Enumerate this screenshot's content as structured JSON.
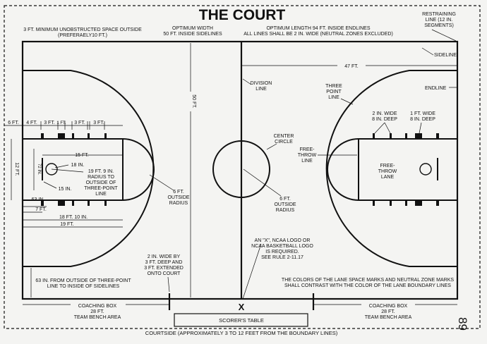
{
  "title": "THE COURT",
  "page_number": "89",
  "notes": {
    "outside_l1": "3 FT. MINIMUM UNOBSTRUCTED SPACE OUTSIDE",
    "outside_l2": "(PREFERAELY10 FT.)",
    "width_l1": "OPTIMUM WIDTH",
    "width_l2": "50 FT. INSIDE SIDELINES",
    "length_l1": "OPTIMUM LENGTH 94 FT. INSIDE ENDLINES",
    "length_l2": "ALL LINES SHALL BE 2 IN. WIDE (NEUTRAL ZONES EXCLUDED)",
    "restraining_l1": "RESTRAINING",
    "restraining_l2": "LINE (12 IN.",
    "restraining_l3": "SEGMENTS)"
  },
  "labels": {
    "sideline": "SIDELINE",
    "endline": "ENDLINE",
    "dim_47": "47 FT.",
    "dim_50": "50 FT.",
    "division_l1": "DIVISION",
    "division_l2": "LINE",
    "three_point_l1": "THREE",
    "three_point_l2": "POINT",
    "three_point_l3": "LINE",
    "center_circle_l1": "CENTER",
    "center_circle_l2": "CIRCLE",
    "ft_line_l1": "FREE-",
    "ft_line_l2": "THROW",
    "ft_line_l3": "LINE",
    "ft_lane_l1": "FREE-",
    "ft_lane_l2": "THROW",
    "ft_lane_l3": "LANE",
    "wide_deep_l1": "2 IN. WIDE",
    "wide_deep_l2": "8 IN. DEEP",
    "wide_deep2_l1": "1 FT. WIDE",
    "wide_deep2_l2": "8 IN. DEEP",
    "outside_radius_l1": "6 FT.",
    "outside_radius_l2": "OUTSIDE",
    "outside_radius_l3": "RADIUS",
    "center_radius_l1": "6 FT.",
    "center_radius_l2": "OUTSIDE",
    "center_radius_l3": "RADIUS",
    "ncaa_l1": "AN \"X\", NCAA LOGO OR",
    "ncaa_l2": "NCAA BASKETBALL LOGO",
    "ncaa_l3": "IS REQUIRED.",
    "ncaa_l4": "SEE RULE 2-11.17",
    "contrast_l1": "THE COLORS OF THE LANE SPACE MARKS AND NEUTRAL ZONE MARKS",
    "contrast_l2": "SHALL CONTRAST WITH THE COLOR OF THE LANE BOUNDARY LINES",
    "twoin_l1": "2 IN. WIDE BY",
    "twoin_l2": "3 FT. DEEP AND",
    "twoin_l3": "3 FT. EXTENDED",
    "twoin_l4": "ONTO COURT",
    "sixty3_l1": "63 IN. FROM OUTSIDE OF THREE-POINT",
    "sixty3_l2": "LINE TO INSIDE OF SIDELINES",
    "coach_left_l1": "COACHING BOX",
    "coach_left_l2": "28 FT.",
    "coach_left_l3": "TEAM BENCH AREA",
    "coach_right_l1": "COACHING BOX",
    "coach_right_l2": "28 FT.",
    "coach_right_l3": "TEAM BENCH AREA",
    "x_mark": "X",
    "scorers_table": "SCORER'S TABLE",
    "courtside": "COURTSIDE (APPROXIMATELY 3 TO 12 FEET FROM THE BOUNDARY LINES)",
    "radius_l1": "19 FT. 9 IN.",
    "radius_l2": "RADIUS TO",
    "radius_l3": "OUTSIDE OF",
    "radius_l4": "THREE-POINT",
    "radius_l5": "LINE"
  },
  "dims": {
    "d6ft": "6 FT.",
    "d4ft": "4 FT.",
    "d3ft_a": "3 FT.",
    "d1ft_a": "1 FT.",
    "d3ft_b": "3 FT.",
    "d3ft_c": "3 FT.",
    "d12ft": "12 FT.",
    "d72in": "72 IN.",
    "d15ft": "15 FT.",
    "d18in": "18 IN.",
    "d15in": "15 IN.",
    "d63in": "63 IN.",
    "d7ft": "7 FT.",
    "d18ft10": "18 FT. 10 IN.",
    "d19ft": "19 FT."
  }
}
